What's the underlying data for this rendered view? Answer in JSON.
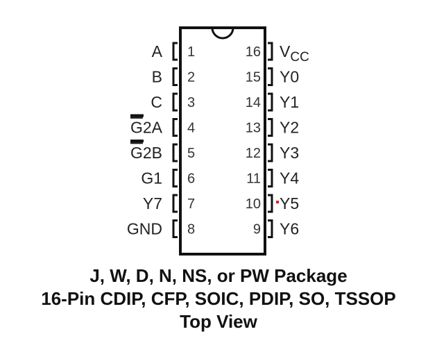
{
  "left_pins": [
    {
      "number": "1",
      "name": "A",
      "overbar": ""
    },
    {
      "number": "2",
      "name": "B",
      "overbar": ""
    },
    {
      "number": "3",
      "name": "C",
      "overbar": ""
    },
    {
      "number": "4",
      "name": "2A",
      "overbar": "G"
    },
    {
      "number": "5",
      "name": "2B",
      "overbar": "G"
    },
    {
      "number": "6",
      "name": "G1",
      "overbar": ""
    },
    {
      "number": "7",
      "name": "Y7",
      "overbar": ""
    },
    {
      "number": "8",
      "name": "GND",
      "overbar": ""
    }
  ],
  "right_pins": [
    {
      "number": "16",
      "name": "V",
      "sub": "CC"
    },
    {
      "number": "15",
      "name": "Y0",
      "sub": ""
    },
    {
      "number": "14",
      "name": "Y1",
      "sub": ""
    },
    {
      "number": "13",
      "name": "Y2",
      "sub": ""
    },
    {
      "number": "12",
      "name": "Y3",
      "sub": ""
    },
    {
      "number": "11",
      "name": "Y4",
      "sub": ""
    },
    {
      "number": "10",
      "name": "Y5",
      "sub": ""
    },
    {
      "number": "9",
      "name": "Y6",
      "sub": ""
    }
  ],
  "caption": {
    "line1": "J, W, D, N, NS, or PW Package",
    "line2": "16-Pin CDIP, CFP, SOIC, PDIP, SO, TSSOP",
    "line3": "Top View"
  },
  "colors": {
    "outline": "#111111",
    "text": "#222222",
    "marker": "#e02020"
  }
}
